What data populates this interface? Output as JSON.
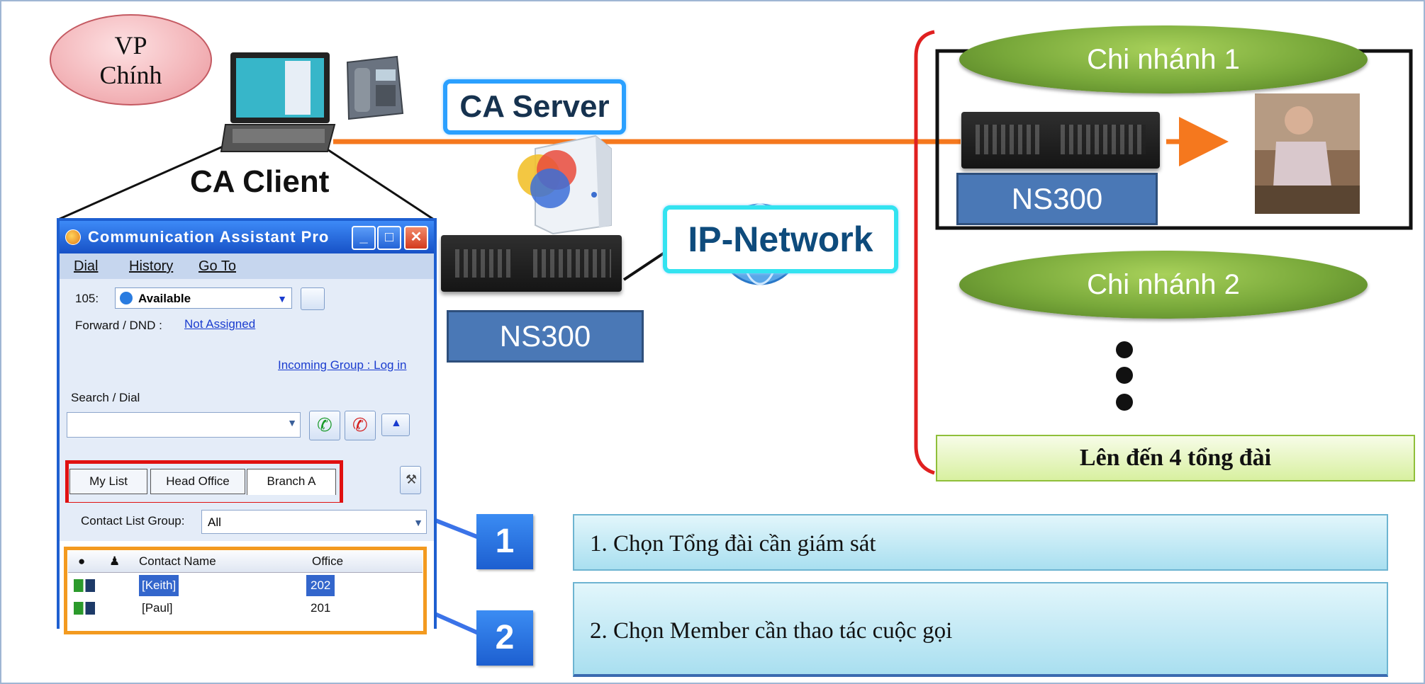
{
  "vp_label": "VP Chính",
  "ca_client_label": "CA Client",
  "ca_server_label": "CA Server",
  "ip_network_label": "IP-Network",
  "pbx_main_label": "NS300",
  "branch1": {
    "label": "Chi nhánh 1",
    "pbx_label": "NS300"
  },
  "branch2": {
    "label": "Chi nhánh 2"
  },
  "up_to_label": "Lên đến 4 tổng đài",
  "steps": [
    {
      "number": "1",
      "text": "1. Chọn Tổng đài cần giám sát"
    },
    {
      "number": "2",
      "text": "2. Chọn Member cần thao tác cuộc gọi"
    }
  ],
  "ca_window": {
    "title": "Communication Assistant Pro",
    "menu": [
      "Dial",
      "History",
      "Go To"
    ],
    "extension": "105:",
    "status": "Available",
    "forward_label": "Forward / DND :",
    "forward_value": "Not Assigned",
    "incoming_group": "Incoming Group : Log in",
    "search_label": "Search / Dial",
    "tabs": [
      "My List",
      "Head Office",
      "Branch A"
    ],
    "contact_group_label": "Contact List Group:",
    "contact_group_value": "All",
    "columns": [
      "Contact Name",
      "Office"
    ],
    "contacts": [
      {
        "name": "[Keith]",
        "office": "202"
      },
      {
        "name": "[Paul]",
        "office": "201"
      }
    ]
  }
}
